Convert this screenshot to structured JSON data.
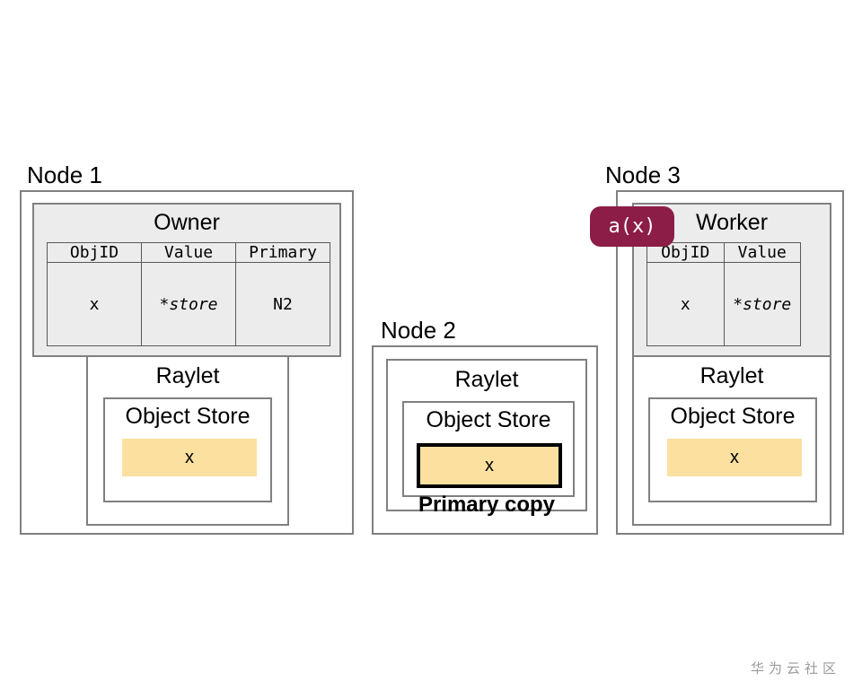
{
  "diagram": {
    "watermark": "华为云社区",
    "colors": {
      "object_yellow": "#fbe0a0",
      "panel_grey": "#ececec",
      "frame_grey": "#808080",
      "badge_maroon": "#8c1d46",
      "text_black": "#000000",
      "watermark_grey": "#9a9a9a"
    },
    "nodes": [
      {
        "id": "node-1",
        "label": "Node 1",
        "process": {
          "title": "Owner",
          "table": {
            "headers": [
              "ObjID",
              "Value",
              "Primary"
            ],
            "rows": [
              [
                "x",
                "*store",
                "N2"
              ]
            ]
          }
        },
        "raylet": {
          "title": "Raylet",
          "object_store": {
            "title": "Object Store",
            "objects": [
              {
                "label": "x",
                "primary": false
              }
            ]
          }
        }
      },
      {
        "id": "node-2",
        "label": "Node 2",
        "raylet": {
          "title": "Raylet",
          "object_store": {
            "title": "Object Store",
            "objects": [
              {
                "label": "x",
                "primary": true
              }
            ],
            "caption": "Primary copy"
          }
        }
      },
      {
        "id": "node-3",
        "label": "Node 3",
        "badge": {
          "label": "a(x)"
        },
        "process": {
          "title": "Worker",
          "table": {
            "headers": [
              "ObjID",
              "Value"
            ],
            "rows": [
              [
                "x",
                "*store"
              ]
            ]
          }
        },
        "raylet": {
          "title": "Raylet",
          "object_store": {
            "title": "Object Store",
            "objects": [
              {
                "label": "x",
                "primary": false
              }
            ]
          }
        }
      }
    ]
  }
}
